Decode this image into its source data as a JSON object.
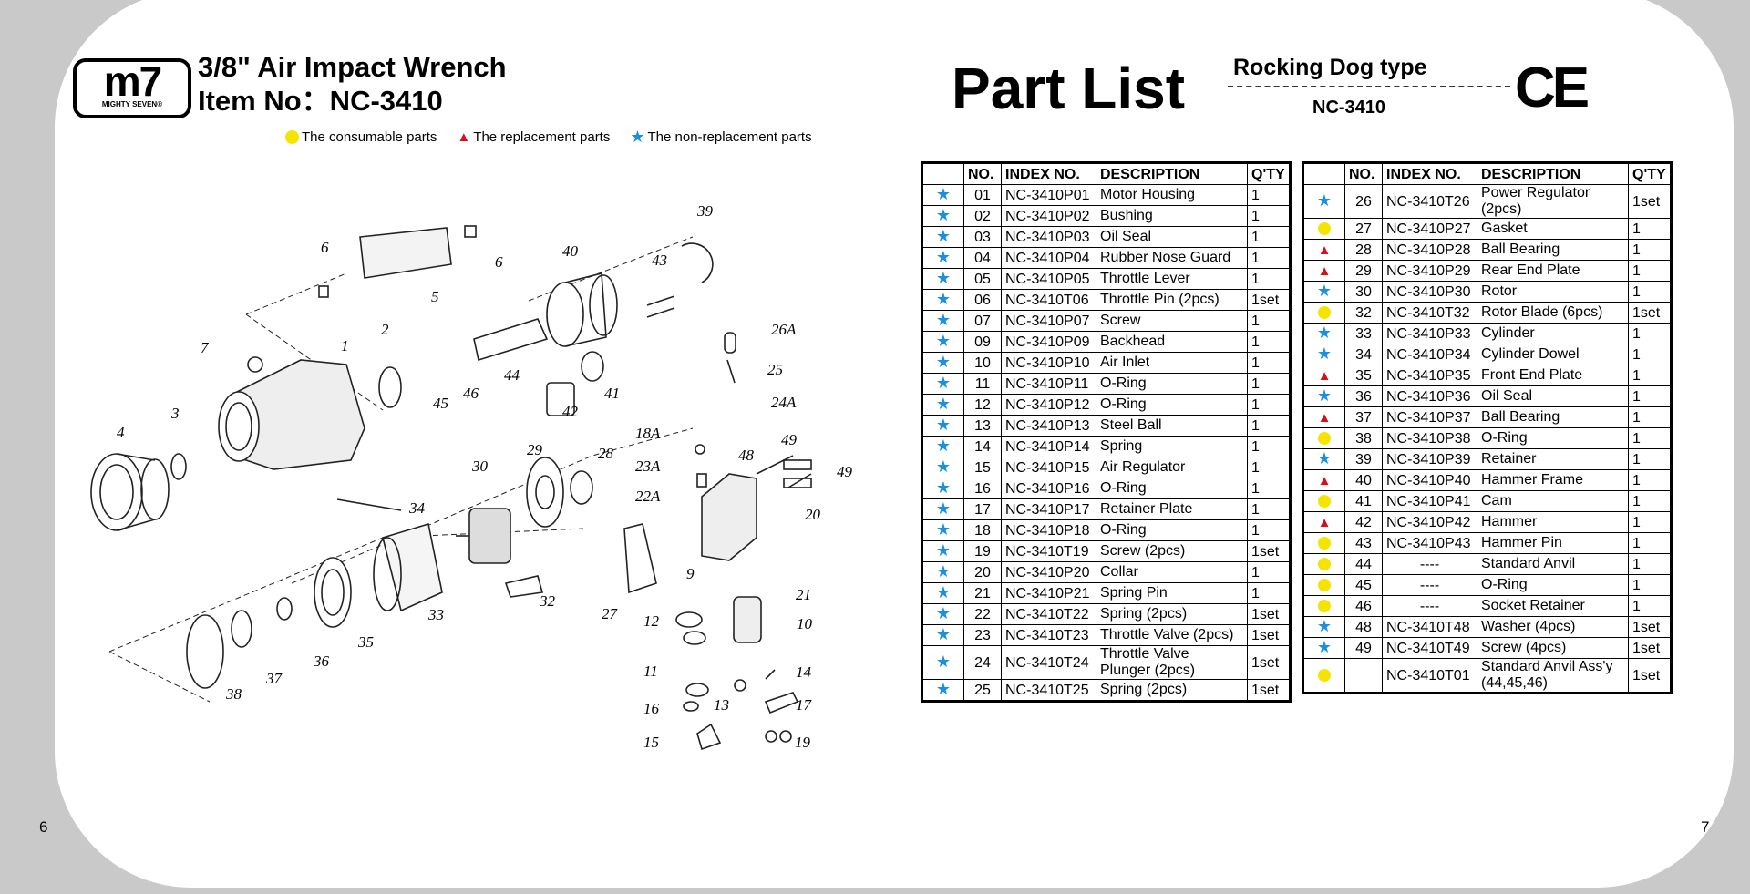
{
  "header": {
    "logo_text": "m7",
    "logo_subtext": "MIGHTY SEVEN®",
    "product_title": "3/8\" Air Impact Wrench",
    "item_no": "Item No：NC-3410"
  },
  "legend": {
    "consumable": "The consumable parts",
    "replacement": "The replacement parts",
    "non_replacement": "The non-replacement parts"
  },
  "part_list": {
    "title": "Part List",
    "type": "Rocking Dog type",
    "model": "NC-3410",
    "cert_mark": "CE"
  },
  "colors": {
    "consumable": "#f5e400",
    "replacement": "#d0121b",
    "non_replacement": "#1b8fe0"
  },
  "table_headers": {
    "no": "NO.",
    "index": "INDEX NO.",
    "desc": "DESCRIPTION",
    "qty": "Q'TY"
  },
  "left_table": [
    {
      "type": "star",
      "no": "01",
      "index": "NC-3410P01",
      "desc": "Motor Housing",
      "qty": "1"
    },
    {
      "type": "star",
      "no": "02",
      "index": "NC-3410P02",
      "desc": "Bushing",
      "qty": "1"
    },
    {
      "type": "star",
      "no": "03",
      "index": "NC-3410P03",
      "desc": "Oil Seal",
      "qty": "1"
    },
    {
      "type": "star",
      "no": "04",
      "index": "NC-3410P04",
      "desc": "Rubber Nose Guard",
      "qty": "1"
    },
    {
      "type": "star",
      "no": "05",
      "index": "NC-3410P05",
      "desc": "Throttle Lever",
      "qty": "1"
    },
    {
      "type": "star",
      "no": "06",
      "index": "NC-3410T06",
      "desc": "Throttle Pin (2pcs)",
      "qty": "1set"
    },
    {
      "type": "star",
      "no": "07",
      "index": "NC-3410P07",
      "desc": "Screw",
      "qty": "1"
    },
    {
      "type": "star",
      "no": "09",
      "index": "NC-3410P09",
      "desc": "Backhead",
      "qty": "1"
    },
    {
      "type": "star",
      "no": "10",
      "index": "NC-3410P10",
      "desc": "Air Inlet",
      "qty": "1"
    },
    {
      "type": "star",
      "no": "11",
      "index": "NC-3410P11",
      "desc": "O-Ring",
      "qty": "1"
    },
    {
      "type": "star",
      "no": "12",
      "index": "NC-3410P12",
      "desc": "O-Ring",
      "qty": "1"
    },
    {
      "type": "star",
      "no": "13",
      "index": "NC-3410P13",
      "desc": "Steel Ball",
      "qty": "1"
    },
    {
      "type": "star",
      "no": "14",
      "index": "NC-3410P14",
      "desc": "Spring",
      "qty": "1"
    },
    {
      "type": "star",
      "no": "15",
      "index": "NC-3410P15",
      "desc": "Air Regulator",
      "qty": "1"
    },
    {
      "type": "star",
      "no": "16",
      "index": "NC-3410P16",
      "desc": "O-Ring",
      "qty": "1"
    },
    {
      "type": "star",
      "no": "17",
      "index": "NC-3410P17",
      "desc": "Retainer Plate",
      "qty": "1"
    },
    {
      "type": "star",
      "no": "18",
      "index": "NC-3410P18",
      "desc": "O-Ring",
      "qty": "1"
    },
    {
      "type": "star",
      "no": "19",
      "index": "NC-3410T19",
      "desc": "Screw (2pcs)",
      "qty": "1set"
    },
    {
      "type": "star",
      "no": "20",
      "index": "NC-3410P20",
      "desc": "Collar",
      "qty": "1"
    },
    {
      "type": "star",
      "no": "21",
      "index": "NC-3410P21",
      "desc": "Spring Pin",
      "qty": "1"
    },
    {
      "type": "star",
      "no": "22",
      "index": "NC-3410T22",
      "desc": "Spring (2pcs)",
      "qty": "1set"
    },
    {
      "type": "star",
      "no": "23",
      "index": "NC-3410T23",
      "desc": "Throttle Valve (2pcs)",
      "qty": "1set"
    },
    {
      "type": "star",
      "no": "24",
      "index": "NC-3410T24",
      "desc": "Throttle Valve Plunger (2pcs)",
      "qty": "1set"
    },
    {
      "type": "star",
      "no": "25",
      "index": "NC-3410T25",
      "desc": "Spring (2pcs)",
      "qty": "1set"
    }
  ],
  "right_table": [
    {
      "type": "star",
      "no": "26",
      "index": "NC-3410T26",
      "desc": "Power Regulator (2pcs)",
      "qty": "1set"
    },
    {
      "type": "circle",
      "no": "27",
      "index": "NC-3410P27",
      "desc": "Gasket",
      "qty": "1"
    },
    {
      "type": "triangle",
      "no": "28",
      "index": "NC-3410P28",
      "desc": "Ball Bearing",
      "qty": "1"
    },
    {
      "type": "triangle",
      "no": "29",
      "index": "NC-3410P29",
      "desc": "Rear End Plate",
      "qty": "1"
    },
    {
      "type": "star",
      "no": "30",
      "index": "NC-3410P30",
      "desc": "Rotor",
      "qty": "1"
    },
    {
      "type": "circle",
      "no": "32",
      "index": "NC-3410T32",
      "desc": "Rotor Blade (6pcs)",
      "qty": "1set"
    },
    {
      "type": "star",
      "no": "33",
      "index": "NC-3410P33",
      "desc": "Cylinder",
      "qty": "1"
    },
    {
      "type": "star",
      "no": "34",
      "index": "NC-3410P34",
      "desc": "Cylinder Dowel",
      "qty": "1"
    },
    {
      "type": "triangle",
      "no": "35",
      "index": "NC-3410P35",
      "desc": "Front End Plate",
      "qty": "1"
    },
    {
      "type": "star",
      "no": "36",
      "index": "NC-3410P36",
      "desc": "Oil Seal",
      "qty": "1"
    },
    {
      "type": "triangle",
      "no": "37",
      "index": "NC-3410P37",
      "desc": "Ball Bearing",
      "qty": "1"
    },
    {
      "type": "circle",
      "no": "38",
      "index": "NC-3410P38",
      "desc": "O-Ring",
      "qty": "1"
    },
    {
      "type": "star",
      "no": "39",
      "index": "NC-3410P39",
      "desc": "Retainer",
      "qty": "1"
    },
    {
      "type": "triangle",
      "no": "40",
      "index": "NC-3410P40",
      "desc": "Hammer Frame",
      "qty": "1"
    },
    {
      "type": "circle",
      "no": "41",
      "index": "NC-3410P41",
      "desc": "Cam",
      "qty": "1"
    },
    {
      "type": "triangle",
      "no": "42",
      "index": "NC-3410P42",
      "desc": "Hammer",
      "qty": "1"
    },
    {
      "type": "circle",
      "no": "43",
      "index": "NC-3410P43",
      "desc": "Hammer Pin",
      "qty": "1"
    },
    {
      "type": "circle",
      "no": "44",
      "index": "----",
      "desc": "Standard Anvil",
      "qty": "1"
    },
    {
      "type": "circle",
      "no": "45",
      "index": "----",
      "desc": "O-Ring",
      "qty": "1"
    },
    {
      "type": "circle",
      "no": "46",
      "index": "----",
      "desc": "Socket Retainer",
      "qty": "1"
    },
    {
      "type": "star",
      "no": "48",
      "index": "NC-3410T48",
      "desc": "Washer (4pcs)",
      "qty": "1set"
    },
    {
      "type": "star",
      "no": "49",
      "index": "NC-3410T49",
      "desc": "Screw (4pcs)",
      "qty": "1set"
    },
    {
      "type": "circle",
      "no": "",
      "index": "NC-3410T01",
      "desc": "Standard Anvil Ass'y (44,45,46)",
      "qty": "1set"
    }
  ],
  "diagram_callouts": [
    "39",
    "6",
    "6",
    "5",
    "40",
    "43",
    "26A",
    "1",
    "2",
    "7",
    "25",
    "3",
    "45",
    "46",
    "44",
    "42",
    "41",
    "24A",
    "4",
    "18A",
    "49",
    "49",
    "29",
    "28",
    "30",
    "48",
    "23A",
    "22A",
    "34",
    "20",
    "9",
    "21",
    "32",
    "27",
    "33",
    "12",
    "10",
    "35",
    "11",
    "14",
    "36",
    "37",
    "38",
    "13",
    "17",
    "16",
    "15",
    "19"
  ],
  "page_numbers": {
    "left": "6",
    "right": "7"
  }
}
